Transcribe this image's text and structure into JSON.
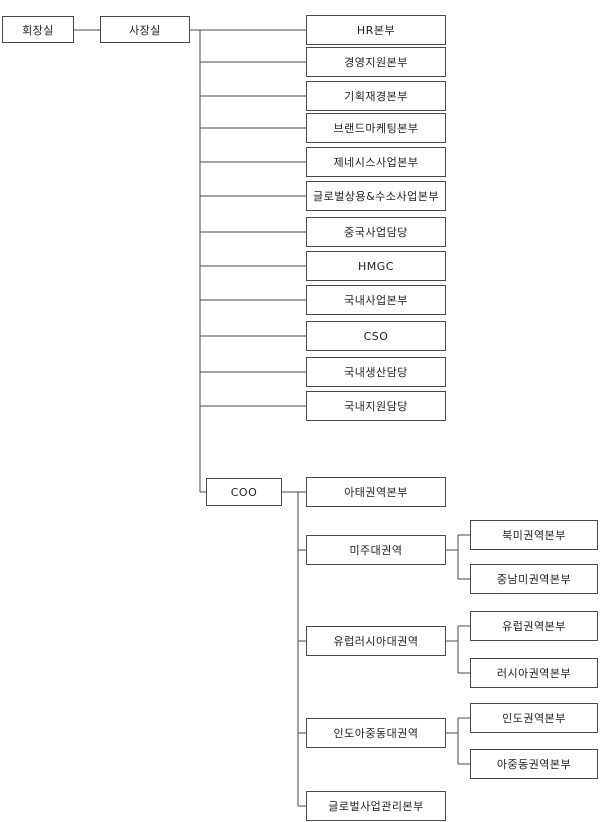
{
  "org_chart": {
    "chairman": "회장실",
    "president": "사장실",
    "president_divisions": [
      "HR본부",
      "경영지원본부",
      "기획재경본부",
      "브랜드마케팅본부",
      "제네시스사업본부",
      "글로벌상용&수소사업본부",
      "중국사업담당",
      "HMGC",
      "국내사업본부",
      "CSO",
      "국내생산담당",
      "국내지원담당"
    ],
    "coo": "COO",
    "coo_divisions": [
      "아태권역본부",
      "미주대권역",
      "유럽러시아대권역",
      "인도아중동대권역",
      "글로벌사업관리본부"
    ],
    "regional_sub_divisions": {
      "americas": [
        "북미권역본부",
        "중남미권역본부"
      ],
      "europe_russia": [
        "유럽권역본부",
        "러시아권역본부"
      ],
      "india_mideast": [
        "인도권역본부",
        "아중동권역본부"
      ]
    }
  },
  "colors": {
    "line": "#4a4a4a",
    "box_border": "#4a4a4a",
    "text": "#222222"
  }
}
